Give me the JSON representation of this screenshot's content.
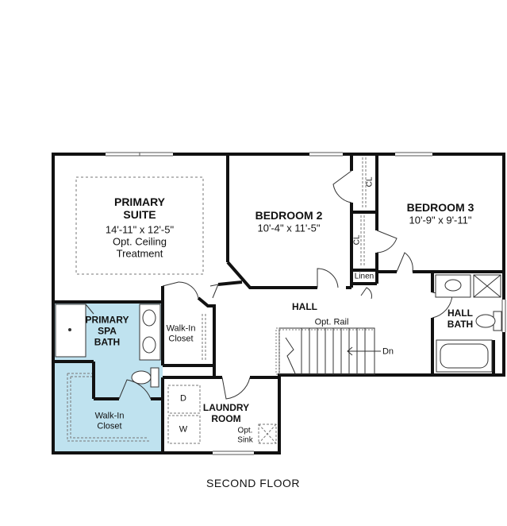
{
  "plan": {
    "title": "SECOND FLOOR",
    "highlight_color": "#bfe2ef",
    "rooms": {
      "primary_suite": {
        "name_line1": "PRIMARY",
        "name_line2": "SUITE",
        "size": "14'-11\" x 12'-5\"",
        "note_line1": "Opt. Ceiling",
        "note_line2": "Treatment"
      },
      "bedroom2": {
        "name": "BEDROOM 2",
        "size": "10'-4\" x 11'-5\""
      },
      "bedroom3": {
        "name": "BEDROOM 3",
        "size": "10'-9\" x 9'-11\""
      },
      "primary_bath": {
        "line1": "PRIMARY",
        "line2": "SPA",
        "line3": "BATH"
      },
      "walkin_suite": {
        "line1": "Walk-In",
        "line2": "Closet"
      },
      "walkin_bath": {
        "line1": "Walk-In",
        "line2": "Closet"
      },
      "hall": {
        "name": "HALL",
        "rail": "Opt. Rail",
        "down": "Dn"
      },
      "hall_bath": {
        "line1": "HALL",
        "line2": "BATH"
      },
      "laundry": {
        "line1": "LAUNDRY",
        "line2": "ROOM",
        "sink1": "Opt.",
        "sink2": "Sink",
        "dryer": "D",
        "washer": "W"
      },
      "closets": {
        "cl_top": "CL",
        "cl_bottom": "CL",
        "linen": "Linen"
      }
    }
  }
}
